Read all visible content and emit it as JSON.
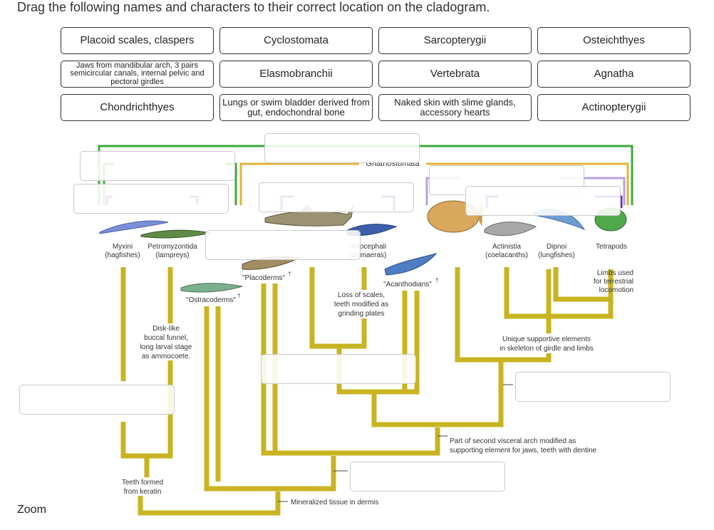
{
  "instruction": "Drag the following names and characters to their correct location on the cladogram.",
  "chips": [
    "Placoid scales, claspers",
    "Cyclostomata",
    "Sarcopterygii",
    "Osteichthyes",
    "Jaws from mandibular arch, 3 pairs semicircular canals, internal pelvic and pectoral girdles",
    "Elasmobranchii",
    "Vertebrata",
    "Agnatha",
    "Chondrichthyes",
    "Lungs or swim bladder derived from gut, endochondral bone",
    "Naked skin with slime glands, accessory hearts",
    "Actinopterygii"
  ],
  "cladogram": {
    "clade_label": "Gnathostomata",
    "taxa": {
      "myxini": "Myxini",
      "myxini_common": "(hagfishes)",
      "petromyzontida": "Petromyzontida",
      "petromyzontida_common": "(lampreys)",
      "holocephali": "Holocephali",
      "holocephali_common": "(chimaeras)",
      "actinistia": "Actinistia",
      "actinistia_common": "(coelacanths)",
      "dipnoi": "Dipnoi",
      "dipnoi_common": "(lungfishes)",
      "tetrapods": "Tetrapods",
      "placoderms": "\"Placoderms\"",
      "ostracoderms": "\"Ostracoderms\"",
      "acanthodians": "\"Acanthodians\""
    },
    "extinct_marker": "†",
    "characters": {
      "limbs": [
        "Limbs used",
        "for terrestrial",
        "locomotion"
      ],
      "scales": [
        "Loss of scales,",
        "teeth modified as",
        "grinding plates"
      ],
      "lamprey": [
        "Disk-like",
        "buccal funnel,",
        "long larval stage",
        "as ammocoete."
      ],
      "girdle": [
        "Unique supportive elements",
        "in skeleton of girdle and limbs"
      ],
      "visceral": [
        "Part of second visceral arch modified as",
        "supporting element for jaws, teeth with dentine"
      ],
      "keratin": [
        "Teeth formed",
        "from keratin"
      ],
      "dermis": "Mineralized tissue in dermis"
    },
    "colors": {
      "trunk": "#c8b422",
      "green_bracket": "#3aaa3a",
      "yellow_bracket": "#e3b43a",
      "purple_bracket": "#6a34b4",
      "lavender_bracket": "#b9a0e6"
    }
  },
  "zoom_label": "Zoom"
}
